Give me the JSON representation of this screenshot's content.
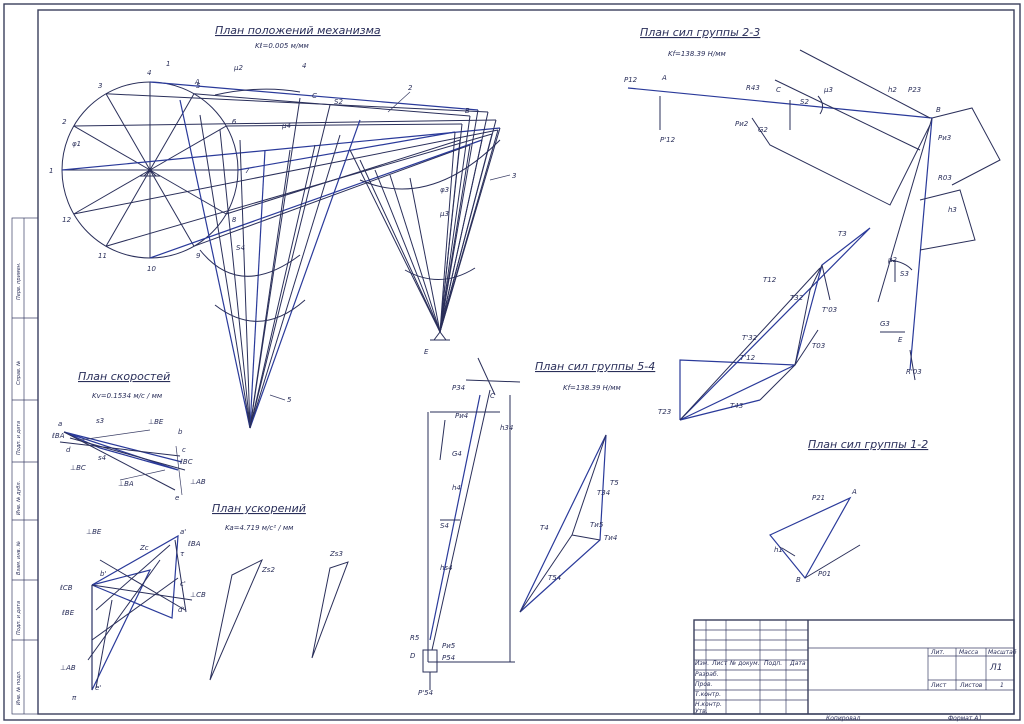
{
  "sheet": {
    "mechanism_plan": {
      "title": "План положений механизма",
      "scale": "Kℓ=0.005 м/мм",
      "crank_positions": [
        "1",
        "2",
        "3",
        "4",
        "5",
        "6",
        "7",
        "8",
        "9",
        "10",
        "11",
        "12"
      ],
      "link_labels": [
        "1",
        "2",
        "3",
        "4",
        "5"
      ],
      "point_labels": {
        "A": "A",
        "B": "B",
        "C": "C",
        "E": "E",
        "S2": "S2",
        "S4": "S4"
      },
      "angle_labels": [
        "φ1",
        "φ3",
        "μ2",
        "μ3",
        "μ4"
      ]
    },
    "velocity_plan": {
      "title": "План скоростей",
      "scale": "Kv=0.1534 м/с / мм",
      "labels": [
        "a",
        "b",
        "c",
        "d",
        "e",
        "s3",
        "s4",
        "⊥BE",
        "⊥BC",
        "⊥BA",
        "⊥AB",
        "ℓBA",
        "ℓBC"
      ]
    },
    "acceleration_plan": {
      "title": "План ускорений",
      "scale": "Ka=4.719 м/с² / мм",
      "labels": [
        "⊥BE",
        "⊥CB",
        "⊥AB",
        "a'",
        "b'",
        "c'",
        "d'",
        "e'",
        "ℓBA",
        "ℓCB",
        "ℓBE",
        "π",
        "Zs2",
        "Zs3",
        "Zc",
        "τ"
      ]
    },
    "group_23": {
      "title": "План сил группы 2-3",
      "scale": "Kf=138.39 Н/мм",
      "labels": [
        "P12",
        "A",
        "P'12",
        "C",
        "R43",
        "S2",
        "G2",
        "Pи2",
        "B",
        "P23",
        "R03",
        "R'03",
        "S3",
        "E",
        "G3",
        "h2",
        "h3",
        "μ2",
        "μ3",
        "Pи3"
      ],
      "polygon_labels": [
        "T3",
        "T12",
        "T'12",
        "T32",
        "T'32",
        "T23",
        "T43",
        "T03",
        "T'03"
      ]
    },
    "group_54": {
      "title": "План сил группы 5-4",
      "scale": "Kf=138.39 Н/мм",
      "labels": [
        "P34",
        "C",
        "S4",
        "h4",
        "h34",
        "hs4",
        "R5",
        "D",
        "P54",
        "G4",
        "Pи5",
        "Pи4",
        "P'54"
      ],
      "polygon_labels": [
        "T5",
        "Tи5",
        "T4",
        "T34",
        "Tи4",
        "T54"
      ]
    },
    "group_12": {
      "title": "План сил группы 1-2",
      "labels": [
        "A",
        "P21",
        "B",
        "P01",
        "h1"
      ]
    },
    "title_block": {
      "sheet_number": "Л1",
      "headers": [
        "Изм.",
        "Лист",
        "№ докум.",
        "Подп.",
        "Дата"
      ],
      "rows": [
        "Разраб.",
        "Пров.",
        "Т.контр.",
        "Н.контр.",
        "Утв."
      ],
      "right_headers": [
        "Лит.",
        "Масса",
        "Масштаб"
      ],
      "sheet_label": "Лист",
      "sheets_label": "Листов",
      "sheets_total": "1",
      "copied": "Копировал",
      "format": "Формат A1"
    },
    "side_stamp": [
      "Перв. примен.",
      "Справ. №",
      "Подп. и дата",
      "Инв. № дубл.",
      "Взам. инв. №",
      "Подп. и дата",
      "Инв. № подл."
    ]
  }
}
